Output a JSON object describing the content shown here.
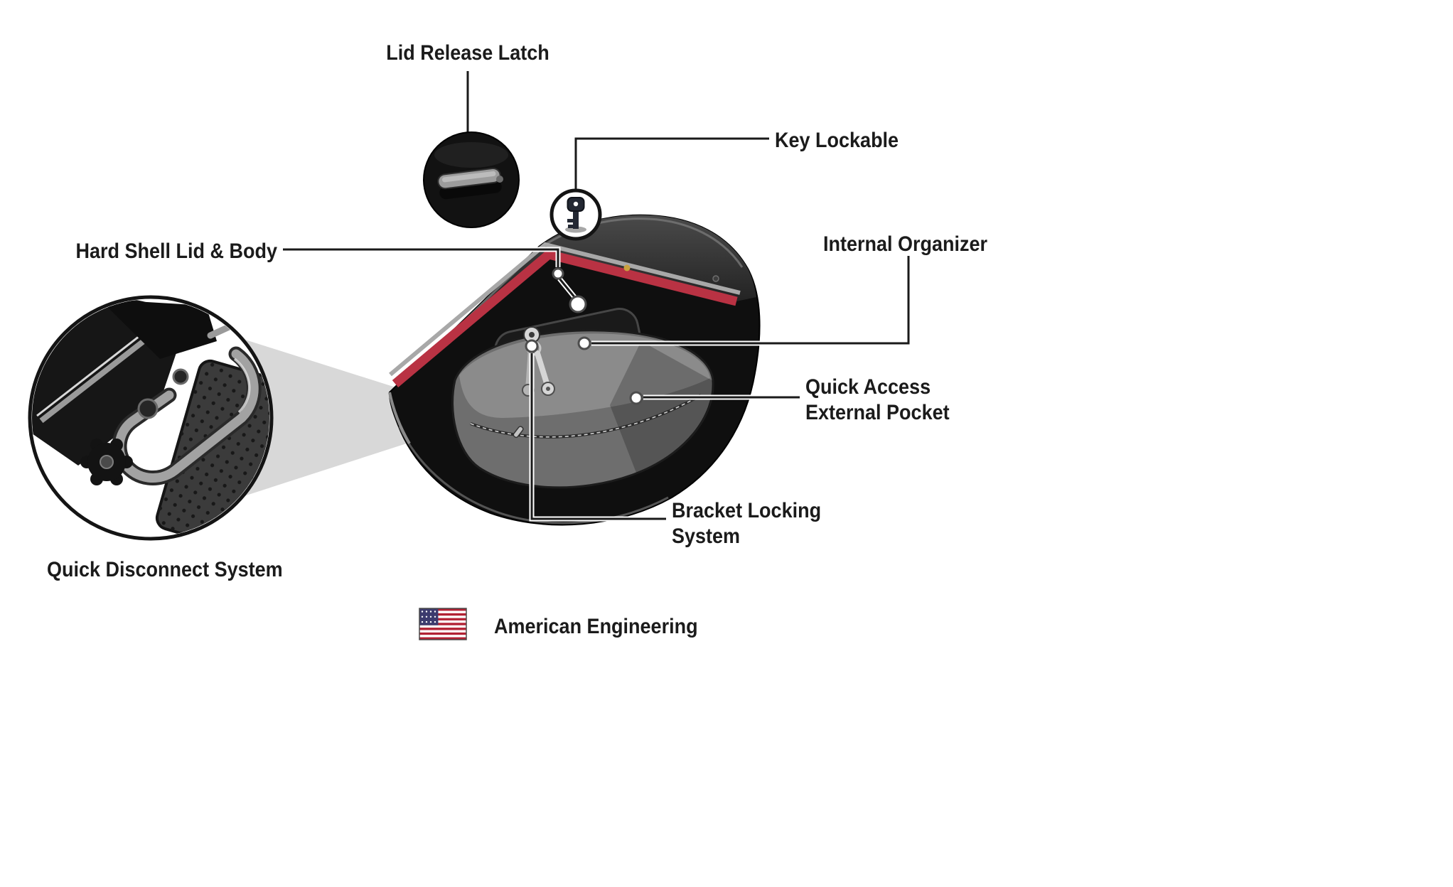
{
  "labels": {
    "lid_release_latch": "Lid Release Latch",
    "key_lockable": "Key Lockable",
    "hard_shell_lid_body": "Hard Shell Lid & Body",
    "internal_organizer": "Internal Organizer",
    "quick_access_external_pocket": "Quick Access\nExternal Pocket",
    "bracket_locking_system": "Bracket Locking\nSystem",
    "quick_disconnect_system": "Quick Disconnect System",
    "american_engineering": "American Engineering"
  },
  "colors": {
    "accent_red": "#b93243",
    "flag_red": "#b22234",
    "flag_blue": "#3c3b6e"
  },
  "icons": {
    "flag": "us-flag-icon",
    "key": "key-icon",
    "latch": "latch-handle-icon"
  }
}
